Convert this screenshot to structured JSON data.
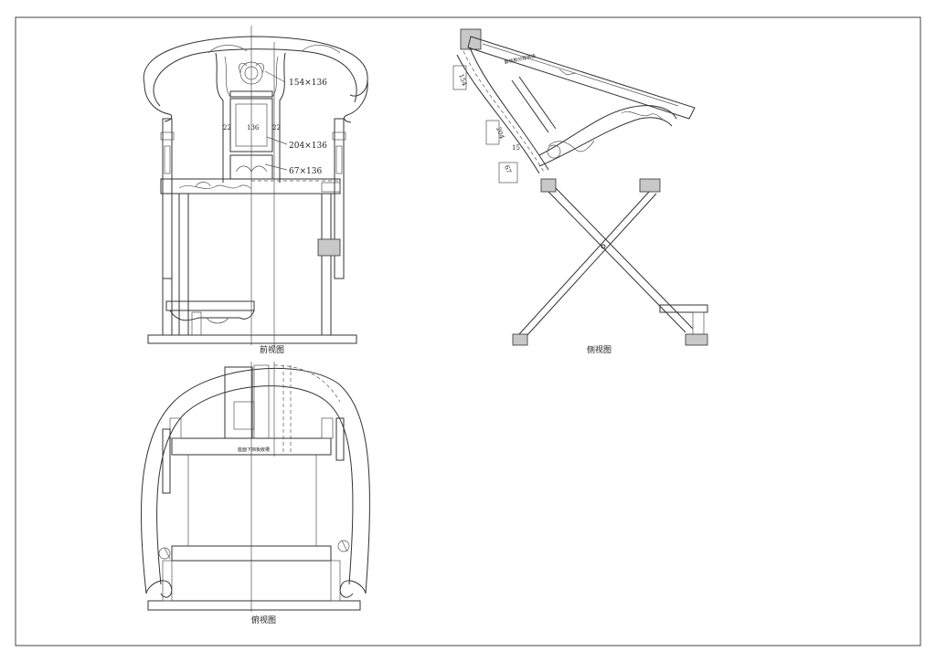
{
  "views": {
    "front": {
      "caption": "前视图",
      "dims": [
        "154×136",
        "204×136",
        "67×136",
        "136",
        "22",
        "22"
      ]
    },
    "side": {
      "caption": "侧视图",
      "dims": [
        "154",
        "204",
        "15",
        "67"
      ],
      "note": "靠背板分段拼接"
    },
    "top": {
      "caption": "俯视图",
      "note": "座面下挡板嵌槽"
    }
  }
}
